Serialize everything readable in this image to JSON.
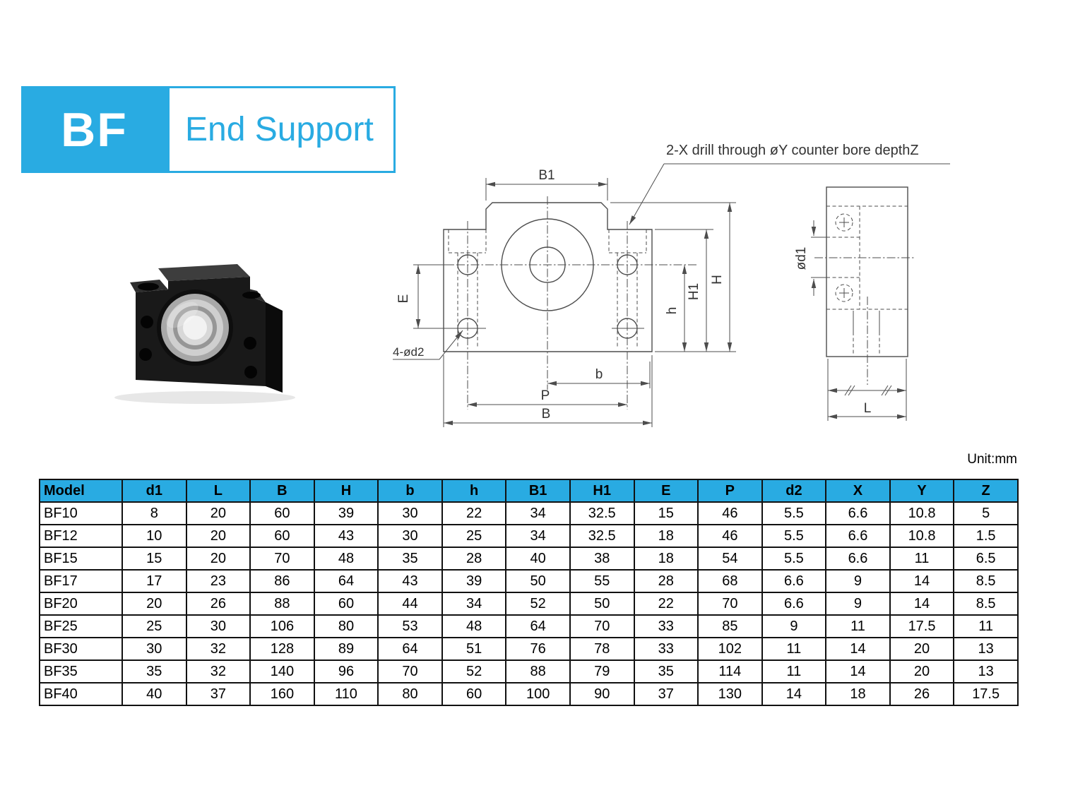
{
  "header": {
    "code": "BF",
    "title": "End Support"
  },
  "drawing": {
    "annotation": "2-X drill through øY counter bore depthZ",
    "front_view": {
      "b1": "B1",
      "e": "E",
      "hole_note": "4-ød2",
      "b_dim": "b",
      "p_dim": "P",
      "b_total": "B",
      "h_dim": "h",
      "h1_dim": "H1",
      "h_total": "H"
    },
    "side_view": {
      "bore": "ød1",
      "length": "L"
    }
  },
  "table": {
    "unit_note": "Unit:mm",
    "headers": [
      "Model",
      "d1",
      "L",
      "B",
      "H",
      "b",
      "h",
      "B1",
      "H1",
      "E",
      "P",
      "d2",
      "X",
      "Y",
      "Z"
    ],
    "rows": [
      [
        "BF10",
        "8",
        "20",
        "60",
        "39",
        "30",
        "22",
        "34",
        "32.5",
        "15",
        "46",
        "5.5",
        "6.6",
        "10.8",
        "5"
      ],
      [
        "BF12",
        "10",
        "20",
        "60",
        "43",
        "30",
        "25",
        "34",
        "32.5",
        "18",
        "46",
        "5.5",
        "6.6",
        "10.8",
        "1.5"
      ],
      [
        "BF15",
        "15",
        "20",
        "70",
        "48",
        "35",
        "28",
        "40",
        "38",
        "18",
        "54",
        "5.5",
        "6.6",
        "11",
        "6.5"
      ],
      [
        "BF17",
        "17",
        "23",
        "86",
        "64",
        "43",
        "39",
        "50",
        "55",
        "28",
        "68",
        "6.6",
        "9",
        "14",
        "8.5"
      ],
      [
        "BF20",
        "20",
        "26",
        "88",
        "60",
        "44",
        "34",
        "52",
        "50",
        "22",
        "70",
        "6.6",
        "9",
        "14",
        "8.5"
      ],
      [
        "BF25",
        "25",
        "30",
        "106",
        "80",
        "53",
        "48",
        "64",
        "70",
        "33",
        "85",
        "9",
        "11",
        "17.5",
        "11"
      ],
      [
        "BF30",
        "30",
        "32",
        "128",
        "89",
        "64",
        "51",
        "76",
        "78",
        "33",
        "102",
        "11",
        "14",
        "20",
        "13"
      ],
      [
        "BF35",
        "35",
        "32",
        "140",
        "96",
        "70",
        "52",
        "88",
        "79",
        "35",
        "114",
        "11",
        "14",
        "20",
        "13"
      ],
      [
        "BF40",
        "40",
        "37",
        "160",
        "110",
        "80",
        "60",
        "100",
        "90",
        "37",
        "130",
        "14",
        "18",
        "26",
        "17.5"
      ]
    ]
  },
  "colors": {
    "accent": "#29ABE2",
    "drawing_line": "#4d4d4d"
  }
}
